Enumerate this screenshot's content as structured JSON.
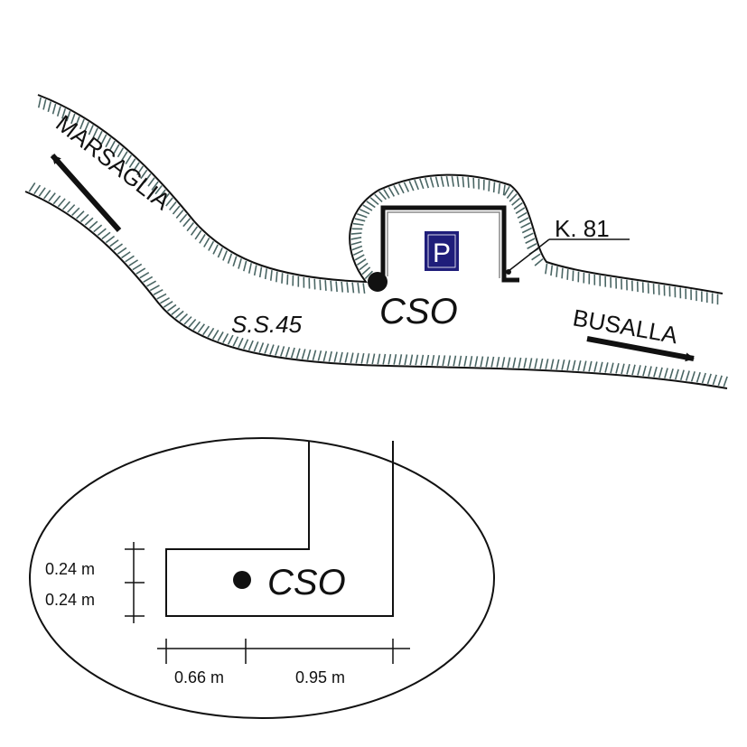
{
  "map": {
    "road_name": "S.S.45",
    "direction_left": "MARSAGLIA",
    "direction_right": "BUSALLA",
    "station_label": "CSO",
    "km_marker": "K. 81",
    "parking_symbol": "P",
    "colors": {
      "hatch": "#4a6664",
      "parking_bg": "#1f1d7a",
      "ink": "#111111"
    }
  },
  "detail": {
    "station_label": "CSO",
    "dim_vertical_top": "0.24 m",
    "dim_vertical_bottom": "0.24 m",
    "dim_horizontal_left": "0.66 m",
    "dim_horizontal_right": "0.95 m"
  }
}
